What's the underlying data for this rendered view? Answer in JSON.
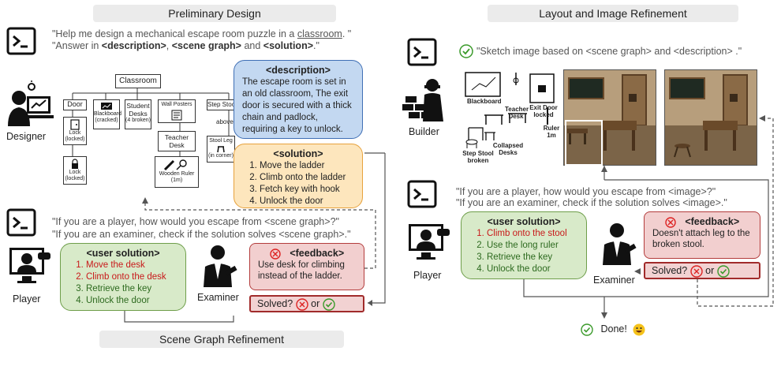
{
  "left": {
    "header": "Preliminary Design",
    "footer": "Scene Graph Refinement",
    "designer_quote_1": "\"Help me design a mechanical escape room puzzle in a ",
    "designer_quote_place": "classroom",
    "designer_quote_1_end": ". \"",
    "designer_quote_2_pre": "\"Answer in ",
    "designer_quote_2_tags": [
      "<description>",
      "<scene graph>",
      "<solution>"
    ],
    "designer_quote_2_sep": [
      ", ",
      " and "
    ],
    "designer_quote_2_end": ".\"",
    "designer_label": "Designer",
    "graph": {
      "root": "Classroom",
      "nodes": [
        "Door",
        "Blackboard",
        "Student Desks",
        "Wall Posters",
        "Step Stool"
      ],
      "blackboard_sub": "(cracked)",
      "desks_sub": "(4 broken)",
      "lock1": "Lock",
      "lock1_sub": "(locked)",
      "lock2": "Lock",
      "lock2_sub": "(locked)",
      "teacher_desk": "Teacher Desk",
      "wooden_ruler": "Wooden Ruler",
      "wooden_ruler_sub": "(1m)",
      "stool_leg": "Stool Leg",
      "stool_leg_sub": "(in corner)",
      "above": "above"
    },
    "description": {
      "title": "<description>",
      "text": "The escape room is set in an old classroom, The exit door is secured with a thick chain and padlock, requiring a key to unlock."
    },
    "solution": {
      "title": "<solution>",
      "steps": [
        "Move the ladder",
        "Climb onto the ladder",
        "Fetch key with hook",
        "Unlock the door"
      ]
    },
    "player_quote_1": "\"If you are a player, how would you escape from <scene graph>?\"",
    "player_quote_2": "\"If you are an examiner, check if the solution solves <scene graph>.\"",
    "player_label": "Player",
    "examiner_label": "Examiner",
    "user_solution": {
      "title": "<user solution>",
      "steps": [
        "Move the desk",
        "Climb onto the desk",
        "Retrieve the key",
        "Unlock the door"
      ]
    },
    "feedback": {
      "title": "<feedback>",
      "text": "Use desk for climbing instead of the ladder."
    },
    "solved": "Solved?",
    "or": "or"
  },
  "right": {
    "header": "Layout and Image Refinement",
    "builder_quote": "\"Sketch image based on <scene graph> and <description> .\"",
    "builder_label": "Builder",
    "sketch_labels": [
      "Blackboard",
      "Teacher Desk",
      "Exit Door locked",
      "Ruler 1m",
      "Collapsed Desks",
      "Step Stool broken"
    ],
    "player_quote_1": "\"If you are a player, how would you escape from <image>?\"",
    "player_quote_2": "\"If you are an examiner, check if the solution solves <image>.\"",
    "player_label": "Player",
    "examiner_label": "Examiner",
    "user_solution": {
      "title": "<user solution>",
      "steps": [
        "Climb onto the stool",
        "Use the long ruler",
        "Retrieve the key",
        "Unlock the door"
      ]
    },
    "feedback": {
      "title": "<feedback>",
      "text": "Doesn't attach leg to the broken stool."
    },
    "solved": "Solved?",
    "or": "or",
    "done": "Done!"
  },
  "colors": {
    "desc_bg": "#c3d8f1",
    "desc_border": "#3f6fb5",
    "sol_bg": "#fde6bd",
    "sol_border": "#e7a23d",
    "user_bg": "#d8eac9",
    "user_border": "#6e9e4a",
    "fb_bg": "#f2cfcf",
    "fb_border": "#b33c3c"
  }
}
